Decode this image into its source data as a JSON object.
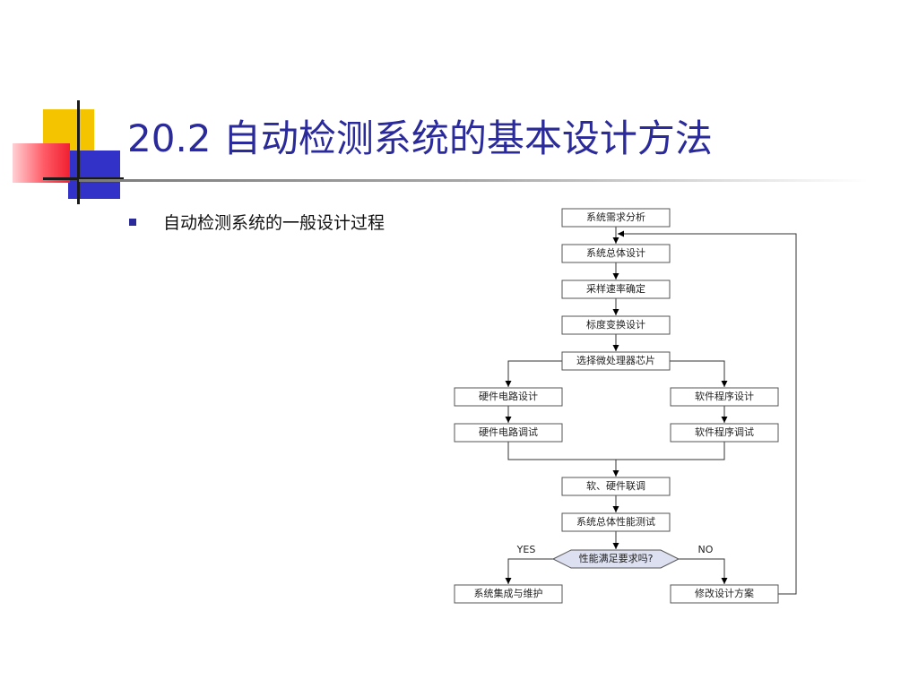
{
  "slide": {
    "title": "20.2 自动检测系统的基本设计方法",
    "bullet": "自动检测系统的一般设计过程"
  },
  "flowchart": {
    "nodes": {
      "demand": "系统需求分析",
      "overall": "系统总体设计",
      "sampling": "采样速率确定",
      "scale": "标度变换设计",
      "mcu": "选择微处理器芯片",
      "hw_design": "硬件电路设计",
      "sw_design": "软件程序设计",
      "hw_debug": "硬件电路调试",
      "sw_debug": "软件程序调试",
      "joint": "软、硬件联调",
      "perf_test": "系统总体性能测试",
      "decision": "性能满足要求吗?",
      "integrate": "系统集成与维护",
      "modify": "修改设计方案"
    },
    "labels": {
      "yes": "YES",
      "no": "NO"
    }
  },
  "colors": {
    "title": "#2a2a9a",
    "accent_yellow": "#f5c400",
    "accent_blue": "#3232c8",
    "accent_red": "#f02030",
    "decision_fill": "#dde0f0"
  }
}
